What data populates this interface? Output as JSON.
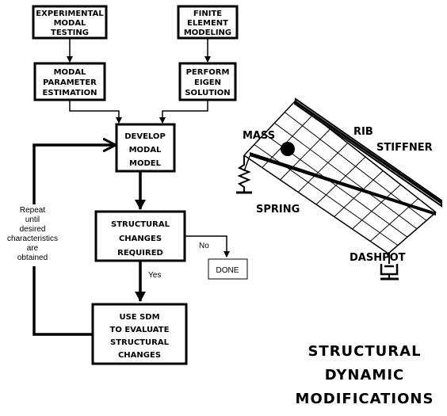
{
  "flowchart": {
    "boxes": {
      "emt": [
        "EXPERIMENTAL",
        "MODAL",
        "TESTING"
      ],
      "fem": [
        "FINITE",
        "ELEMENT",
        "MODELING"
      ],
      "mpe": [
        "MODAL",
        "PARAMETER",
        "ESTIMATION"
      ],
      "pes": [
        "PERFORM",
        "EIGEN",
        "SOLUTION"
      ],
      "dmm": [
        "DEVELOP",
        "MODAL",
        "MODEL"
      ],
      "scr": [
        "STRUCTURAL",
        "CHANGES",
        "REQUIRED"
      ],
      "done": [
        "DONE"
      ],
      "sdm": [
        "USE SDM",
        "TO EVALUATE",
        "STRUCTURAL",
        "CHANGES"
      ]
    },
    "edge_labels": {
      "no": "No",
      "yes": "Yes"
    },
    "repeat_note": [
      "Repeat",
      "until",
      "desired",
      "characteristics",
      "are",
      "obtained"
    ]
  },
  "plate": {
    "labels": {
      "mass": "MASS",
      "rib": "RIB",
      "stiffner": "STIFFNER",
      "spring": "SPRING",
      "dashpot": "DASHPOT"
    }
  },
  "title": [
    "STRUCTURAL",
    "DYNAMIC",
    "MODIFICATIONS"
  ]
}
